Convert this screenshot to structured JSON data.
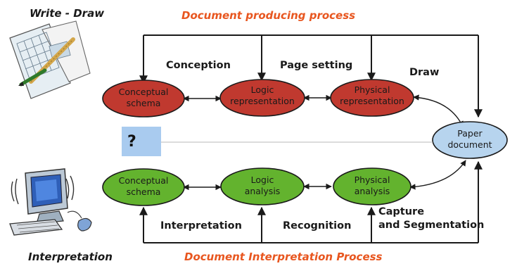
{
  "headers": {
    "write_draw": "Write - Draw",
    "interpretation": "Interpretation",
    "producing_process": "Document producing process",
    "interpretation_process": "Document Interpretation Process"
  },
  "steps": {
    "conception": "Conception",
    "page_setting": "Page setting",
    "draw": "Draw",
    "interpretation": "Interpretation",
    "recognition": "Recognition",
    "capture_line1": "Capture",
    "capture_line2": "and Segmentation"
  },
  "nodes": {
    "top_conceptual": [
      "Conceptual",
      "schema"
    ],
    "top_logic": [
      "Logic",
      "representation"
    ],
    "top_physical": [
      "Physical",
      "representation"
    ],
    "paper": [
      "Paper",
      "document"
    ],
    "bottom_conceptual": [
      "Conceptual",
      "schema"
    ],
    "bottom_logic": [
      "Logic",
      "analysis"
    ],
    "bottom_physical": [
      "Physical",
      "analysis"
    ]
  },
  "unknown_marker": "?",
  "colors": {
    "producing_node": "#c0392f",
    "interpretation_node": "#63b32e",
    "paper_node": "#b7d4ee",
    "unknown_box": "#a9cbef",
    "process_title": "#e8561f"
  },
  "icons": {
    "write_draw": "drafting-sheet-icon",
    "interpretation": "computer-icon"
  }
}
